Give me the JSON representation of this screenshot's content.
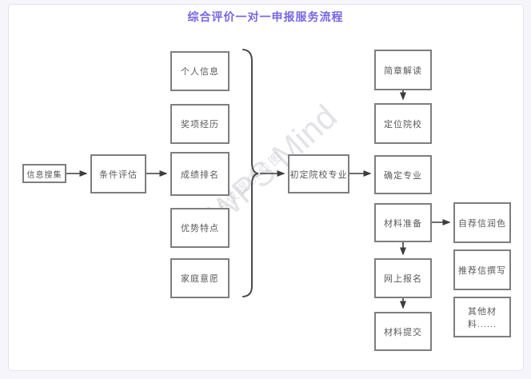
{
  "title": {
    "text": "综合评价一对一申报服务流程"
  },
  "watermark": {
    "primary": "WPS Mind",
    "secondary": "WPS仅提供作图"
  },
  "colors": {
    "title_accent": "#7666e4",
    "box_border": "#7e7e7e",
    "box_text": "#595959",
    "arrow": "#3d3d3d",
    "canvas_bg": "#f5f5fb",
    "panel_bg": "#ffffff",
    "panel_border": "#e4e4f0",
    "watermark": "#b9bac4"
  },
  "flow": {
    "nodes": [
      {
        "label": "信息搜集"
      },
      {
        "label": "条件评估"
      },
      {
        "label": "个人信息"
      },
      {
        "label": "奖项经历"
      },
      {
        "label": "成绩排名"
      },
      {
        "label": "优势特点"
      },
      {
        "label": "家庭意愿"
      },
      {
        "label": "初定院校专业"
      },
      {
        "label": "简章解读"
      },
      {
        "label": "定位院校"
      },
      {
        "label": "确定专业"
      },
      {
        "label": "材料准备"
      },
      {
        "label": "网上报名"
      },
      {
        "label": "材料提交"
      },
      {
        "label": "自荐信润色"
      },
      {
        "label": "推荐信撰写"
      },
      {
        "label": "其他材料......"
      }
    ],
    "edges": [
      {
        "from": "信息搜集",
        "to": "条件评估"
      },
      {
        "from": "条件评估",
        "to": "成绩排名"
      },
      {
        "from": "个人信息,奖项经历,成绩排名,优势特点,家庭意愿",
        "to": "初定院校专业",
        "via": "brace"
      },
      {
        "from": "初定院校专业",
        "to": "确定专业"
      },
      {
        "from": "简章解读",
        "to": "定位院校"
      },
      {
        "from": "材料准备",
        "to": "网上报名"
      },
      {
        "from": "网上报名",
        "to": "材料提交"
      },
      {
        "from": "材料准备",
        "to": "自荐信润色"
      }
    ]
  }
}
